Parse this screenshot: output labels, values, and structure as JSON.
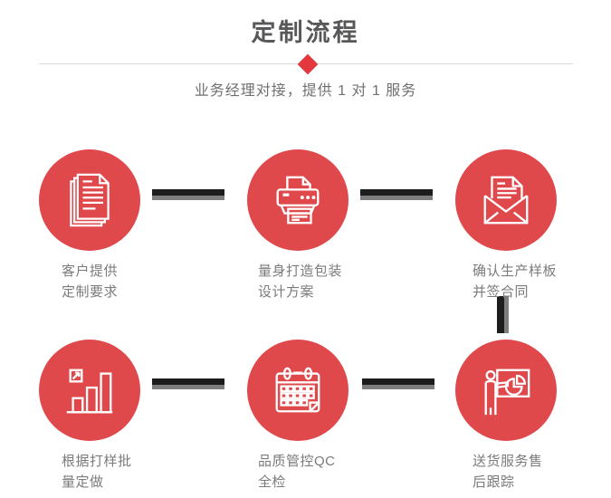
{
  "header": {
    "title": "定制流程",
    "subtitle": "业务经理对接，提供 1 对 1 服务"
  },
  "colors": {
    "accent_red": "#e2383e",
    "circle_red": "#e0494c",
    "title_gray": "#58585a",
    "label_gray": "#7b7b7b",
    "divider_gray": "#d9d9d9",
    "connector_black": "#1d1d1d",
    "connector_gray": "#7e7e7e"
  },
  "steps": [
    {
      "icon": "documents-icon",
      "label_line1": "客户提供",
      "label_line2": "定制要求"
    },
    {
      "icon": "printer-icon",
      "label_line1": "量身打造包装",
      "label_line2": "设计方案"
    },
    {
      "icon": "envelope-icon",
      "label_line1": "确认生产样板",
      "label_line2": "并签合同"
    },
    {
      "icon": "bar-chart-icon",
      "label_line1": "根据打样批",
      "label_line2": "量定做"
    },
    {
      "icon": "calendar-icon",
      "label_line1": "品质管控QC",
      "label_line2": "全检"
    },
    {
      "icon": "presentation-icon",
      "label_line1": "送货服务售",
      "label_line2": "后跟踪"
    }
  ]
}
